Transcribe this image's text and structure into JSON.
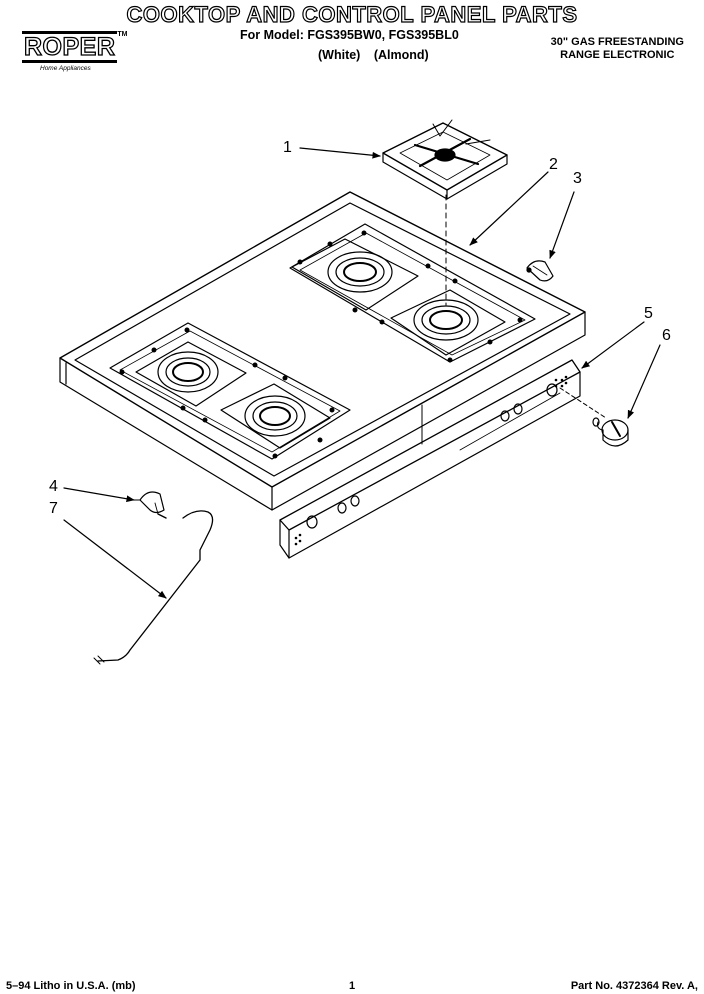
{
  "header": {
    "title": "COOKTOP AND CONTROL PANEL PARTS",
    "model_line": "For Model: FGS395BW0, FGS395BL0",
    "variant_white": "(White)",
    "variant_almond": "(Almond)",
    "desc_line1": "30\" GAS FREESTANDING",
    "desc_line2": "RANGE ELECTRONIC"
  },
  "logo": {
    "word": "ROPER",
    "tm": "TM",
    "tagline": "Home Appliances"
  },
  "callouts": [
    "1",
    "2",
    "3",
    "4",
    "5",
    "6",
    "7"
  ],
  "footer": {
    "left": "5–94 Litho in U.S.A. (mb)",
    "center": "1",
    "right": "Part No. 4372364 Rev. A,"
  },
  "colors": {
    "ink": "#000000",
    "paper": "#ffffff"
  }
}
